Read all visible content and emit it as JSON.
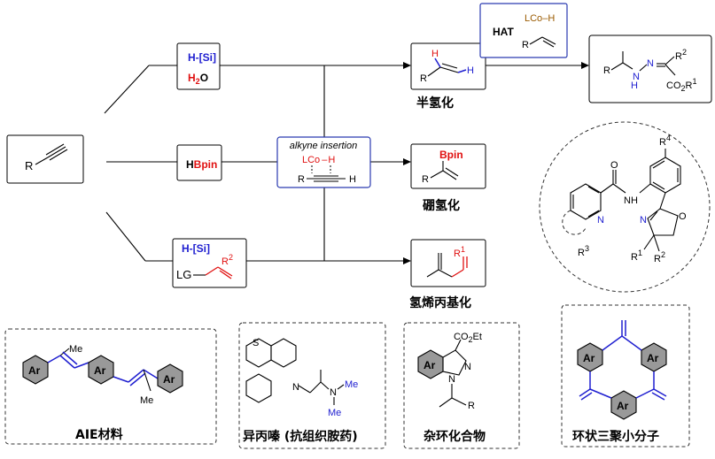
{
  "reagents": {
    "hsi": "H-[Si]",
    "h2o_h": "H",
    "h2o_sub": "2",
    "h2o_o": "O",
    "hbpin_h": "H",
    "hbpin_b": "Bpin",
    "lg": "LG",
    "r2": "R",
    "r2_sup": "2"
  },
  "catalyst": {
    "insertion": "alkyne insertion",
    "lco": "LCo",
    "lco_h": "H",
    "r": "R",
    "h": "H"
  },
  "hat": {
    "label": "HAT",
    "lco": "LCo",
    "lco_h": "H",
    "r": "R"
  },
  "substrate": {
    "r": "R"
  },
  "products": {
    "hydro": {
      "h1": "H",
      "h2": "H",
      "r": "R",
      "label": "半氢化"
    },
    "boryl": {
      "bpin": "Bpin",
      "r": "R",
      "label": "硼氢化"
    },
    "allyl": {
      "r1": "R",
      "r1_sup": "1",
      "label": "氢烯丙基化"
    },
    "hydrazone": {
      "r": "R",
      "n1": "N",
      "h": "H",
      "n2": "N",
      "r2": "R",
      "r2_sup": "2",
      "co2r": "CO",
      "co2r_sub": "2",
      "co2r_r": "R",
      "co2r_sup": "1"
    }
  },
  "ligand": {
    "r4": "R",
    "r4_sup": "4",
    "o": "O",
    "n_amide": "N",
    "h_amide": "H",
    "n_py": "N",
    "n_ox": "N",
    "o_ox": "O",
    "r3": "R",
    "r3_sup": "3",
    "r1": "R",
    "r1_sup": "1",
    "r2": "R",
    "r2_sup": "2"
  },
  "applications": [
    {
      "label": "AIE材料",
      "ar": "Ar",
      "me1": "Me",
      "me2": "Me"
    },
    {
      "label": "异丙嗪 (抗组织胺药)",
      "s": "S",
      "n1": "N",
      "n2": "N",
      "me1": "Me",
      "me2": "Me"
    },
    {
      "label": "杂环化合物",
      "ar": "Ar",
      "co2et": "CO",
      "co2et_sub": "2",
      "co2et_end": "Et",
      "n1": "N",
      "n2": "N",
      "r": "R"
    },
    {
      "label": "环状三聚小分子",
      "ar": "Ar"
    }
  ]
}
